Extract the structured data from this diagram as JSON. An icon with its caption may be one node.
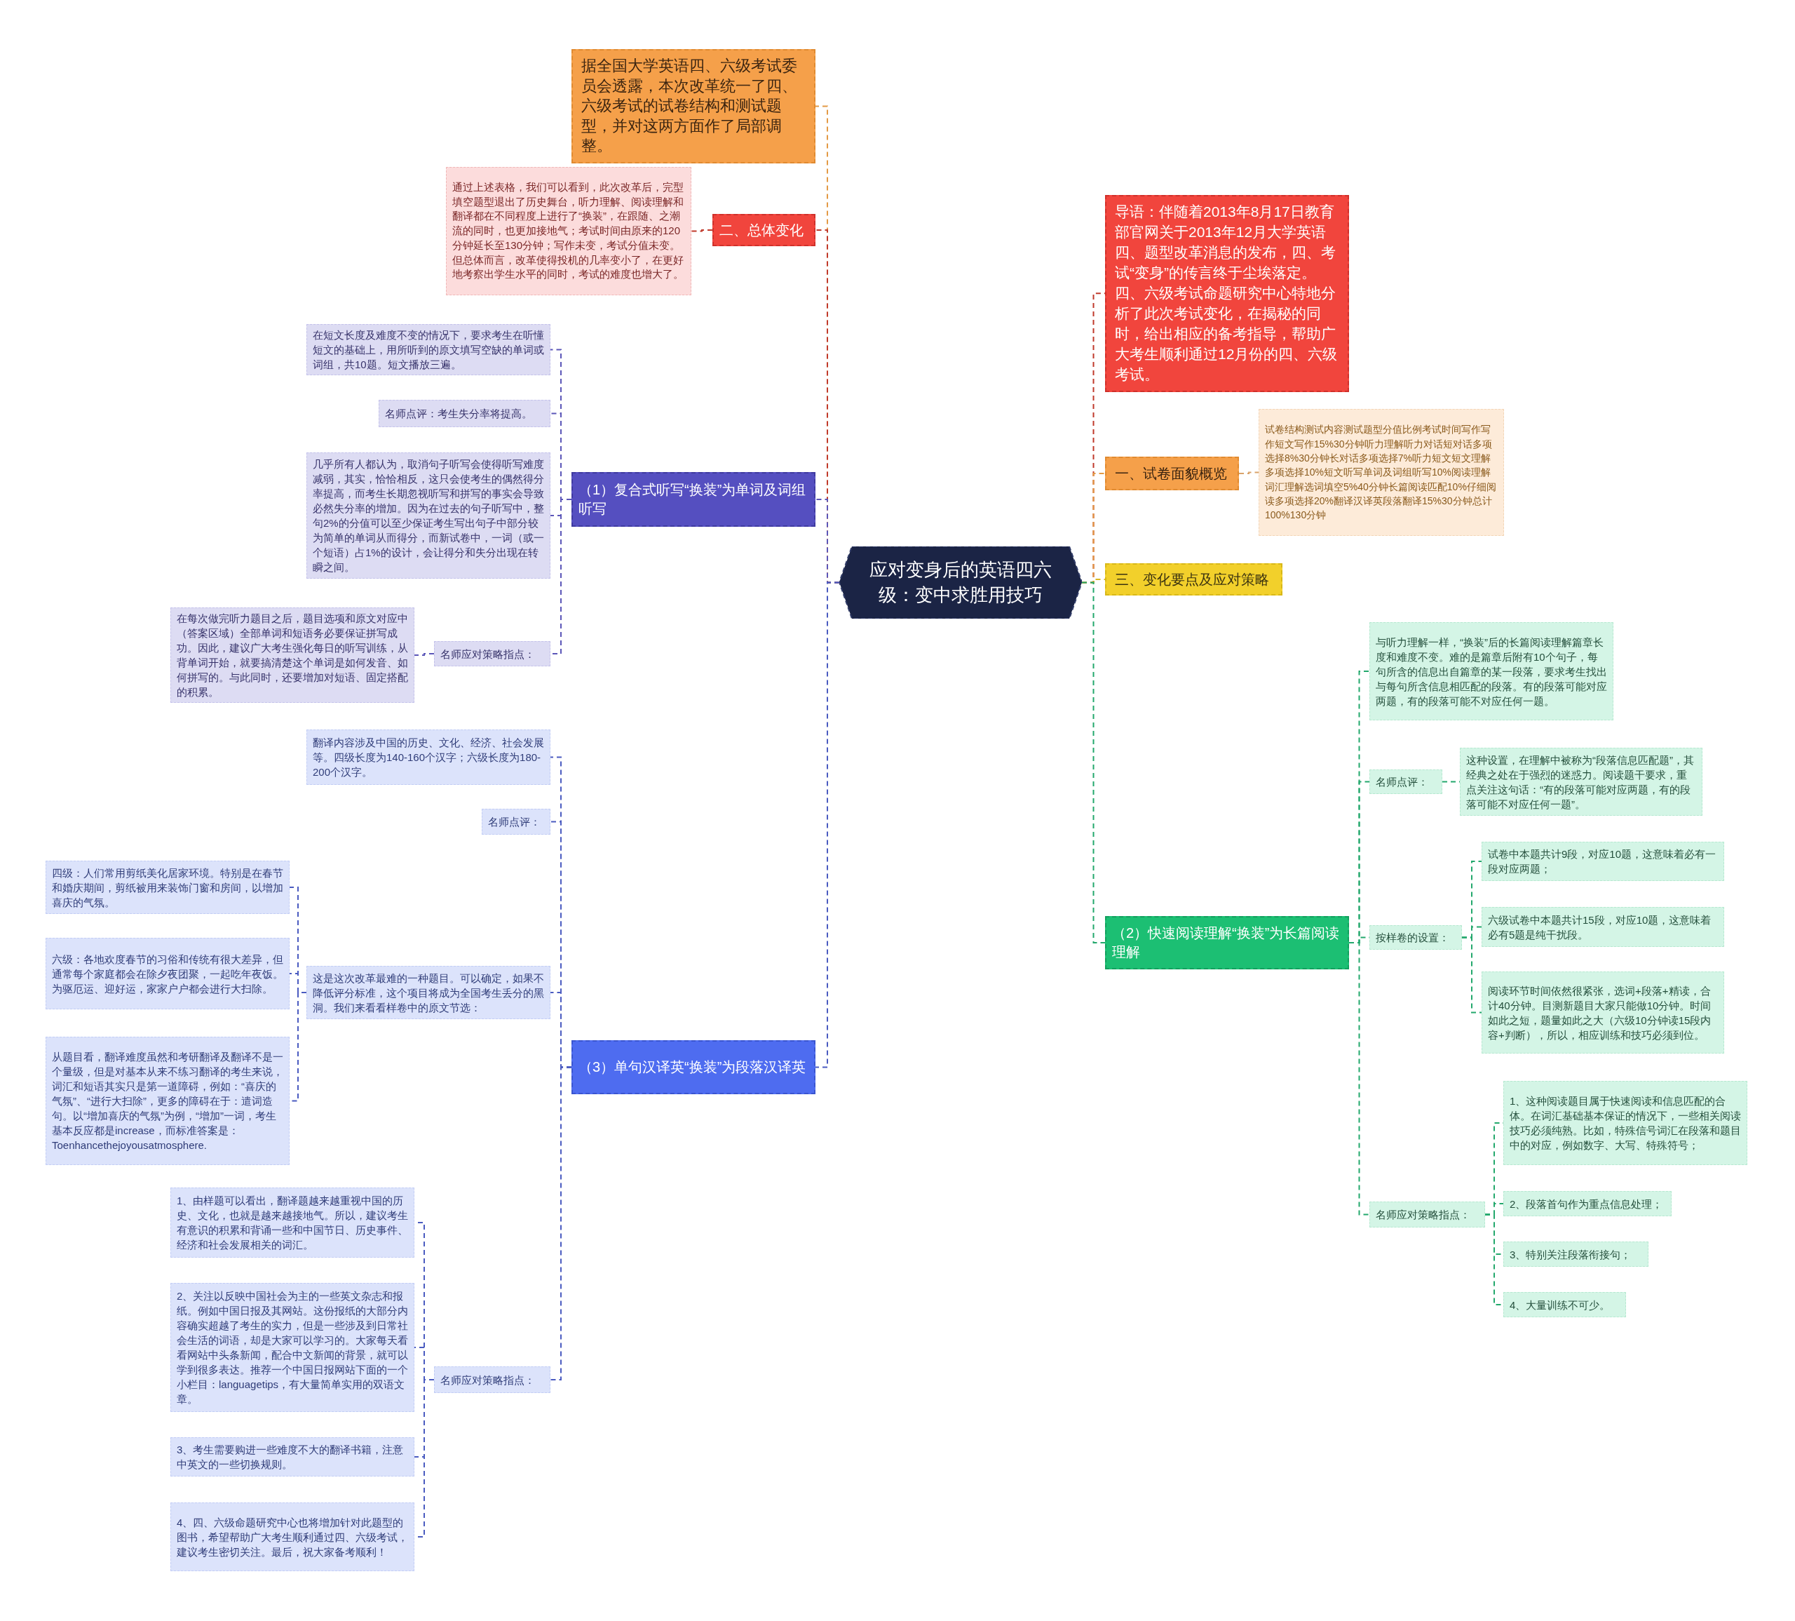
{
  "diagram": {
    "nodes": [
      {
        "text": [
          "应对变身后的英语四六级：变中求胜用技巧"
        ]
      },
      {
        "text": [
          "据全国大学英语四、六级考试委员会透露，本次改革统一了四、六级考试的试卷结构和测试题型，并对这两方面作了局部调整。"
        ]
      },
      {
        "text": [
          "二、总体变化"
        ]
      },
      {
        "text": [
          "通过上述表格，我们可以看到，此次改革后，完型填空题型退出了历史舞台，听力理解、阅读理解和翻译都在不同程度上进行了“换装”，在跟随、之潮流的同时，也更加接地气；考试时间由原来的120分钟延长至130分钟；写作未变，考试分值未变。但总体而言，改革使得投机的几率变小了，在更好地考察出学生水平的同时，考试的难度也增大了。"
        ]
      },
      {
        "text": [
          "（1）复合式听写“换装”为单词及词组听写"
        ]
      },
      {
        "text": [
          "在短文长度及难度不变的情况下，要求考生在听懂短文的基础上，用所听到的原文填写空缺的单词或词组，共10题。短文播放三遍。"
        ]
      },
      {
        "text": [
          "名师点评：考生失分率将提高。"
        ]
      },
      {
        "text": [
          "几乎所有人都认为，取消句子听写会使得听写难度减弱，其实，恰恰相反，这只会使考生的偶然得分率提高，而考生长期忽视听写和拼写的事实会导致必然失分率的增加。因为在过去的句子听写中，整句2%的分值可以至少保证考生写出句子中部分较为简单的单词从而得分，而新试卷中，一词（或一个短语）占1%的设计，会让得分和失分出现在转瞬之间。"
        ]
      },
      {
        "text": [
          "名师应对策略指点："
        ]
      },
      {
        "text": [
          "在每次做完听力题目之后，题目选项和原文对应中（答案区域）全部单词和短语务必要保证拼写成功。因此，建议广大考生强化每日的听写训练，从背单词开始，就要搞清楚这个单词是如何发音、如何拼写的。与此同时，还要增加对短语、固定搭配的积累。"
        ]
      },
      {
        "text": [
          "（3）单句汉译英“换装”为段落汉译英"
        ]
      },
      {
        "text": [
          "翻译内容涉及中国的历史、文化、经济、社会发展等。四级长度为140-160个汉字；六级长度为180-200个汉字。"
        ]
      },
      {
        "text": [
          "名师点评："
        ]
      },
      {
        "text": [
          "这是这次改革最难的一种题目。可以确定，如果不降低评分标准，这个项目将成为全国考生丢分的黑洞。我们来看看样卷中的原文节选："
        ]
      },
      {
        "text": [
          "四级：人们常用剪纸美化居家环境。特别是在春节和婚庆期间，剪纸被用来装饰门窗和房间，以增加喜庆的气氛。"
        ]
      },
      {
        "text": [
          "六级：各地欢度春节的习俗和传统有很大差异，但通常每个家庭都会在除夕夜团聚，一起吃年夜饭。为驱厄运、迎好运，家家户户都会进行大扫除。"
        ]
      },
      {
        "text": [
          "从题目看，翻译难度虽然和考研翻译及翻译不是一个量级，但是对基本从来不练习翻译的考生来说，词汇和短语其实只是第一道障碍，例如：“喜庆的气氛”、“进行大扫除”，更多的障碍在于：遣词造句。以“增加喜庆的气氛”为例，“增加”一词，考生基本反应都是increase，而标准答案是：Toenhancethejoyousatmosphere."
        ]
      },
      {
        "text": [
          "名师应对策略指点："
        ]
      },
      {
        "text": [
          "1、由样题可以看出，翻译题越来越重视中国的历史、文化，也就是越来越接地气。所以，建议考生有意识的积累和背诵一些和中国节日、历史事件、经济和社会发展相关的词汇。"
        ]
      },
      {
        "text": [
          "2、关注以反映中国社会为主的一些英文杂志和报纸。例如中国日报及其网站。这份报纸的大部分内容确实超越了考生的实力，但是一些涉及到日常社会生活的词语，却是大家可以学习的。大家每天看看网站中头条新闻，配合中文新闻的背景，就可以学到很多表达。推荐一个中国日报网站下面的一个小栏目：languagetips，有大量简单实用的双语文章。"
        ]
      },
      {
        "text": [
          "3、考生需要购进一些难度不大的翻译书籍，注意中英文的一些切换规则。"
        ]
      },
      {
        "text": [
          "4、四、六级命题研究中心也将增加针对此题型的图书，希望帮助广大考生顺利通过四、六级考试，建议考生密切关注。最后，祝大家备考顺利！"
        ]
      },
      {
        "text": [
          "导语：伴随着2013年8月17日教育部官网关于2013年12月大学英语四、题型改革消息的发布，四、考试“变身”的传言终于尘埃落定。四、六级考试命题研究中心特地分析了此次考试变化，在揭秘的同时，给出相应的备考指导，帮助广大考生顺利通过12月份的四、六级考试。"
        ]
      },
      {
        "text": [
          "一、试卷面貌概览"
        ]
      },
      {
        "text": [
          "试卷结构测试内容测试题型分值比例考试时间写作写作短文写作15%30分钟听力理解听力对话短对话多项选择8%30分钟长对话多项选择7%听力短文短文理解多项选择10%短文听写单词及词组听写10%阅读理解词汇理解选词填空5%40分钟长篇阅读匹配10%仔细阅读多项选择20%翻译汉译英段落翻译15%30分钟总计100%130分钟"
        ]
      },
      {
        "text": [
          "三、变化要点及应对策略"
        ]
      },
      {
        "text": [
          "（2）快速阅读理解“换装”为长篇阅读理解"
        ]
      },
      {
        "text": [
          "与听力理解一样，“换装”后的长篇阅读理解篇章长度和难度不变。难的是篇章后附有10个句子，每句所含的信息出自篇章的某一段落，要求考生找出与每句所含信息相匹配的段落。有的段落可能对应两题，有的段落可能不对应任何一题。"
        ]
      },
      {
        "text": [
          "名师点评："
        ]
      },
      {
        "text": [
          "这种设置，在理解中被称为“段落信息匹配题”，其经典之处在于强烈的迷惑力。阅读题干要求，重点关注这句话：“有的段落可能对应两题，有的段落可能不对应任何一题”。"
        ]
      },
      {
        "text": [
          "按样卷的设置："
        ]
      },
      {
        "text": [
          "试卷中本题共计9段，对应10题，这意味着必有一段对应两题；"
        ]
      },
      {
        "text": [
          "六级试卷中本题共计15段，对应10题，这意味着必有5题是纯干扰段。"
        ]
      },
      {
        "text": [
          "阅读环节时间依然很紧张，选词+段落+精读，合计40分钟。目测新题目大家只能做10分钟。时间如此之短，题量如此之大（六级10分钟读15段内容+判断），所以，相应训练和技巧必须到位。"
        ]
      },
      {
        "text": [
          "名师应对策略指点："
        ]
      },
      {
        "text": [
          "1、这种阅读题目属于快速阅读和信息匹配的合体。在词汇基础基本保证的情况下，一些相关阅读技巧必须纯熟。比如，特殊信号词汇在段落和题目中的对应，例如数字、大写、特殊符号；"
        ]
      },
      {
        "text": [
          "2、段落首句作为重点信息处理；"
        ]
      },
      {
        "text": [
          "3、特别关注段落衔接句；"
        ]
      },
      {
        "text": [
          "4、大量训练不可少。"
        ]
      }
    ],
    "edges": [
      {
        "from": 0,
        "to": 1,
        "arrow": "none",
        "style": "dashed",
        "color": "#e39a45"
      },
      {
        "from": 0,
        "to": 2,
        "arrow": "none",
        "style": "dashed",
        "color": "#c0392b"
      },
      {
        "from": 2,
        "to": 3,
        "arrow": "none",
        "style": "dashed",
        "color": "#c0392b"
      },
      {
        "from": 0,
        "to": 4,
        "arrow": "none",
        "style": "dashed",
        "color": "#5b56b8"
      },
      {
        "from": 4,
        "to": 5,
        "arrow": "none",
        "style": "dashed",
        "color": "#5b56b8"
      },
      {
        "from": 4,
        "to": 6,
        "arrow": "none",
        "style": "dashed",
        "color": "#5b56b8"
      },
      {
        "from": 4,
        "to": 7,
        "arrow": "none",
        "style": "dashed",
        "color": "#5b56b8"
      },
      {
        "from": 4,
        "to": 8,
        "arrow": "none",
        "style": "dashed",
        "color": "#5b56b8"
      },
      {
        "from": 8,
        "to": 9,
        "arrow": "none",
        "style": "dashed",
        "color": "#5b56b8"
      },
      {
        "from": 0,
        "to": 10,
        "arrow": "none",
        "style": "dashed",
        "color": "#4a5bc0"
      },
      {
        "from": 10,
        "to": 11,
        "arrow": "none",
        "style": "dashed",
        "color": "#4a5bc0"
      },
      {
        "from": 10,
        "to": 12,
        "arrow": "none",
        "style": "dashed",
        "color": "#4a5bc0"
      },
      {
        "from": 10,
        "to": 13,
        "arrow": "none",
        "style": "dashed",
        "color": "#4a5bc0"
      },
      {
        "from": 13,
        "to": 14,
        "arrow": "none",
        "style": "dashed",
        "color": "#4a5bc0"
      },
      {
        "from": 13,
        "to": 15,
        "arrow": "none",
        "style": "dashed",
        "color": "#4a5bc0"
      },
      {
        "from": 13,
        "to": 16,
        "arrow": "none",
        "style": "dashed",
        "color": "#4a5bc0"
      },
      {
        "from": 10,
        "to": 17,
        "arrow": "none",
        "style": "dashed",
        "color": "#4a5bc0"
      },
      {
        "from": 17,
        "to": 18,
        "arrow": "none",
        "style": "dashed",
        "color": "#4a5bc0"
      },
      {
        "from": 17,
        "to": 19,
        "arrow": "none",
        "style": "dashed",
        "color": "#4a5bc0"
      },
      {
        "from": 17,
        "to": 20,
        "arrow": "none",
        "style": "dashed",
        "color": "#4a5bc0"
      },
      {
        "from": 17,
        "to": 21,
        "arrow": "none",
        "style": "dashed",
        "color": "#4a5bc0"
      },
      {
        "from": 0,
        "to": 22,
        "arrow": "none",
        "style": "dashed",
        "color": "#c0392b"
      },
      {
        "from": 0,
        "to": 23,
        "arrow": "none",
        "style": "dashed",
        "color": "#e39a45"
      },
      {
        "from": 23,
        "to": 24,
        "arrow": "none",
        "style": "dashed",
        "color": "#d9a36a"
      },
      {
        "from": 0,
        "to": 25,
        "arrow": "none",
        "style": "dashed",
        "color": "#d9b820"
      },
      {
        "from": 0,
        "to": 26,
        "arrow": "none",
        "style": "dashed",
        "color": "#23a86c"
      },
      {
        "from": 26,
        "to": 27,
        "arrow": "none",
        "style": "dashed",
        "color": "#23a86c"
      },
      {
        "from": 26,
        "to": 28,
        "arrow": "none",
        "style": "dashed",
        "color": "#23a86c"
      },
      {
        "from": 28,
        "to": 29,
        "arrow": "none",
        "style": "dashed",
        "color": "#23a86c"
      },
      {
        "from": 26,
        "to": 30,
        "arrow": "none",
        "style": "dashed",
        "color": "#23a86c"
      },
      {
        "from": 30,
        "to": 31,
        "arrow": "none",
        "style": "dashed",
        "color": "#23a86c"
      },
      {
        "from": 30,
        "to": 32,
        "arrow": "none",
        "style": "dashed",
        "color": "#23a86c"
      },
      {
        "from": 30,
        "to": 33,
        "arrow": "none",
        "style": "dashed",
        "color": "#23a86c"
      },
      {
        "from": 26,
        "to": 34,
        "arrow": "none",
        "style": "dashed",
        "color": "#23a86c"
      },
      {
        "from": 34,
        "to": 35,
        "arrow": "none",
        "style": "dashed",
        "color": "#23a86c"
      },
      {
        "from": 34,
        "to": 36,
        "arrow": "none",
        "style": "dashed",
        "color": "#23a86c"
      },
      {
        "from": 34,
        "to": 37,
        "arrow": "none",
        "style": "dashed",
        "color": "#23a86c"
      },
      {
        "from": 34,
        "to": 38,
        "arrow": "none",
        "style": "dashed",
        "color": "#23a86c"
      }
    ]
  }
}
